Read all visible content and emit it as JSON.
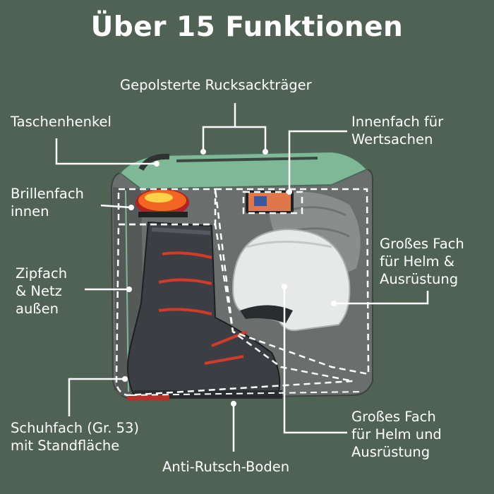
{
  "title": "Über 15 Funktionen",
  "colors": {
    "background": "#4f6253",
    "text": "#ffffff",
    "bag_accent": "#7fb897",
    "goggle": "#f26522"
  },
  "labels": {
    "rucksack_straps": "Gepolsterte Rucksackträger",
    "handle": "Taschenhenkel",
    "valuables": "Innenfach für\nWertsachen",
    "goggles": "Brillenfach\ninnen",
    "helmet_compartment": "Großes Fach\nfür Helm &\nAusrüstung",
    "zip_net": "Zipfach\n& Netz\naußen",
    "shoe_compartment": "Schuhfach (Gr. 53)\nmit Standfläche",
    "helmet_compartment_2": "Großes Fach\nfür Helm und\nAusrüstung",
    "anti_slip": "Anti-Rutsch-Boden"
  },
  "product_image": {
    "items": [
      "ski-bag",
      "ski-boot",
      "ski-helmet",
      "ski-goggles",
      "smartphone",
      "grey-clothing"
    ]
  }
}
